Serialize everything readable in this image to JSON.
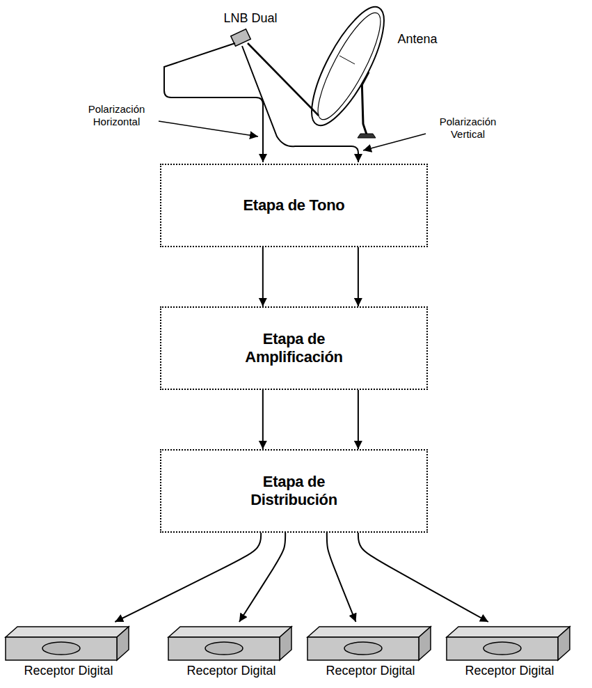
{
  "diagram": {
    "nodes": [
      {
        "text": [
          "Etapa de Tono"
        ]
      },
      {
        "text": [
          "Etapa de Amplificación"
        ]
      },
      {
        "text": [
          "Etapa de Distribución"
        ]
      },
      {
        "text": [
          "Receptor Digital"
        ]
      },
      {
        "text": [
          "Receptor Digital"
        ]
      },
      {
        "text": [
          "Receptor Digital"
        ]
      },
      {
        "text": [
          "Receptor Digital"
        ]
      }
    ],
    "edges": [
      {
        "from": 0,
        "to": 1,
        "arrow": "to"
      },
      {
        "from": 0,
        "to": 1,
        "arrow": "to"
      },
      {
        "from": 1,
        "to": 2,
        "arrow": "to"
      },
      {
        "from": 1,
        "to": 2,
        "arrow": "to"
      },
      {
        "from": 2,
        "to": 3,
        "arrow": "to"
      },
      {
        "from": 2,
        "to": 4,
        "arrow": "to"
      },
      {
        "from": 2,
        "to": 5,
        "arrow": "to"
      },
      {
        "from": 2,
        "to": 6,
        "arrow": "to"
      }
    ],
    "labels": [
      "LNB Dual",
      "Antena",
      "Polarización Horizontal",
      "Polarización Vertical"
    ]
  }
}
